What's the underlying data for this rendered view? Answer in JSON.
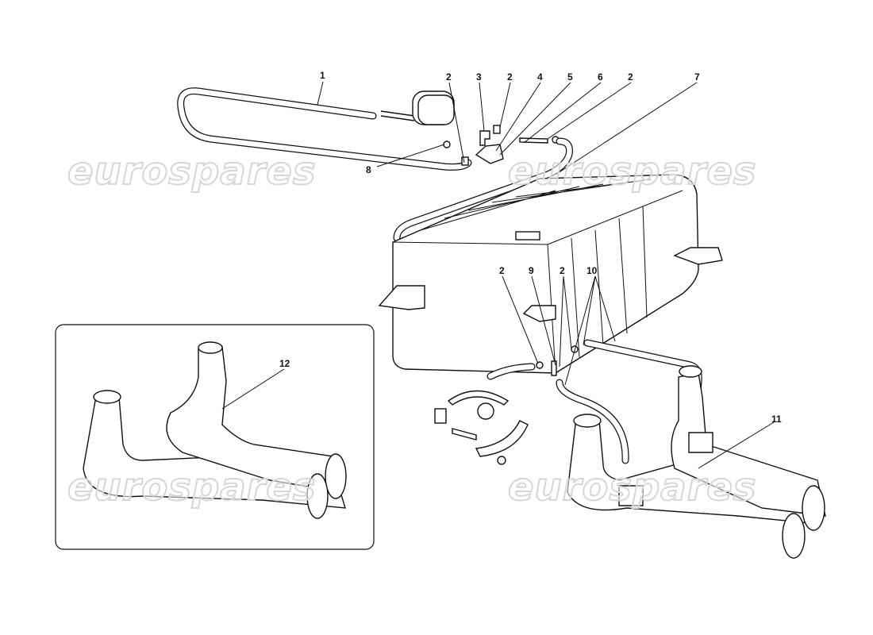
{
  "watermark": "eurospares",
  "callouts": {
    "c1": "1",
    "c2a": "2",
    "c3": "3",
    "c2b": "2",
    "c4": "4",
    "c5": "5",
    "c6": "6",
    "c2c": "2",
    "c7": "7",
    "c8": "8",
    "c2d": "2",
    "c9": "9",
    "c2e": "2",
    "c10": "10",
    "c11": "11",
    "c12": "12"
  }
}
